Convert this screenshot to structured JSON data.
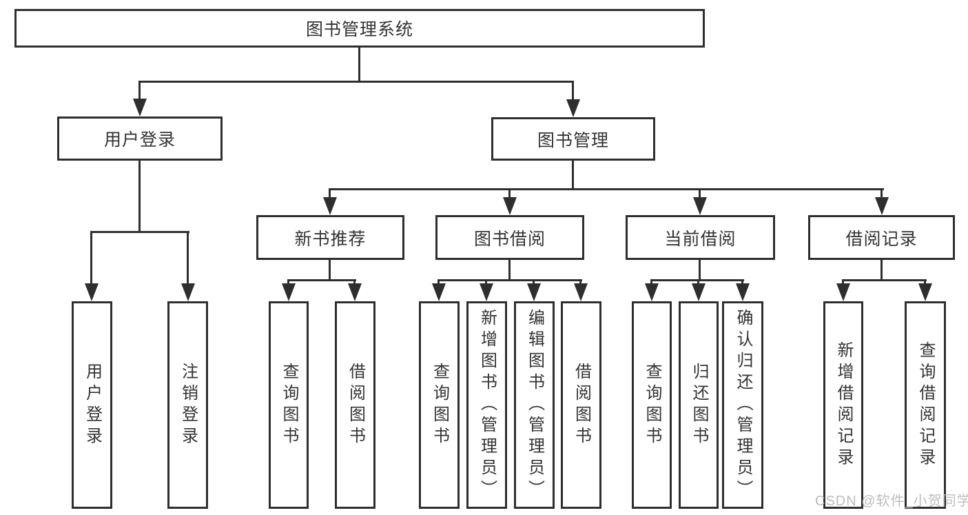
{
  "tree": {
    "root": {
      "label": "图书管理系统"
    },
    "branches": [
      {
        "label": "用户登录",
        "children": [
          {
            "label": "用户登录"
          },
          {
            "label": "注销登录"
          }
        ]
      },
      {
        "label": "图书管理",
        "children": [
          {
            "label": "新书推荐",
            "children": [
              {
                "label": "查询图书"
              },
              {
                "label": "借阅图书"
              }
            ]
          },
          {
            "label": "图书借阅",
            "children": [
              {
                "label": "查询图书"
              },
              {
                "label": "新增图书（管理员）"
              },
              {
                "label": "编辑图书（管理员）"
              },
              {
                "label": "借阅图书"
              }
            ]
          },
          {
            "label": "当前借阅",
            "children": [
              {
                "label": "查询图书"
              },
              {
                "label": "归还图书"
              },
              {
                "label": "确认归还（管理员）"
              }
            ]
          },
          {
            "label": "借阅记录",
            "children": [
              {
                "label": "新增借阅记录"
              },
              {
                "label": "查询借阅记录"
              }
            ]
          }
        ]
      }
    ]
  },
  "watermark": {
    "text": "CSDN @软件_小贺同学"
  },
  "colors": {
    "line": "#2e2e2e",
    "text": "#333333",
    "watermark": "#bdbdbd",
    "background": "#ffffff"
  }
}
